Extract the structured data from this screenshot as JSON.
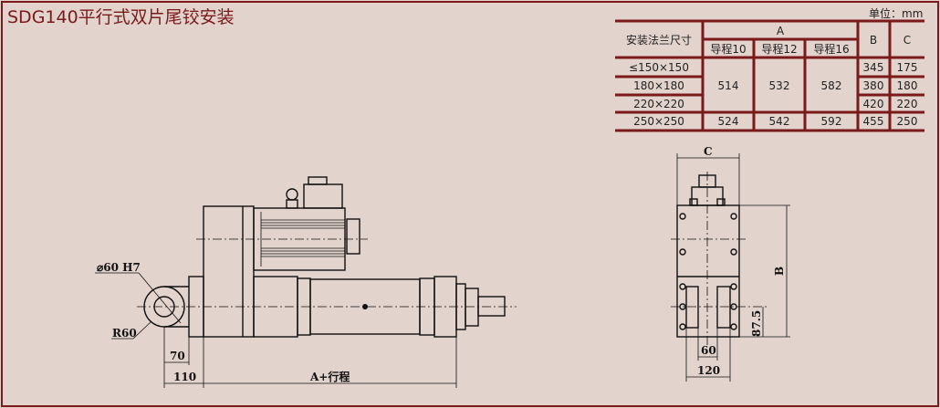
{
  "title": "SDG140平行式双片尾铰安装",
  "unit_label": "单位：mm",
  "table": {
    "header_flange": "安装法兰尺寸",
    "header_A": "A",
    "header_B": "B",
    "header_C": "C",
    "sub_headers": [
      "导程10",
      "导程12",
      "导程16"
    ],
    "rows": [
      {
        "size": "≤150×150",
        "B": "345",
        "C": "175"
      },
      {
        "size": "180×180",
        "B": "380",
        "C": "180"
      },
      {
        "size": "220×220",
        "B": "420",
        "C": "220"
      },
      {
        "size": "250×250",
        "B": "455",
        "C": "250"
      }
    ],
    "A_merged": [
      "514",
      "532",
      "582"
    ],
    "A_last": [
      "524",
      "542",
      "592"
    ]
  },
  "side_view": {
    "bore_label": "⌀60 H7",
    "radius_label": "R60",
    "dim_70": "70",
    "dim_110": "110",
    "dim_stroke": "A+行程"
  },
  "end_view": {
    "dim_C": "C",
    "dim_B": "B",
    "dim_87_5": "87.5",
    "dim_60": "60",
    "dim_120": "120"
  },
  "colors": {
    "background": "#e2d3cc",
    "accent": "#7a1a1a"
  }
}
